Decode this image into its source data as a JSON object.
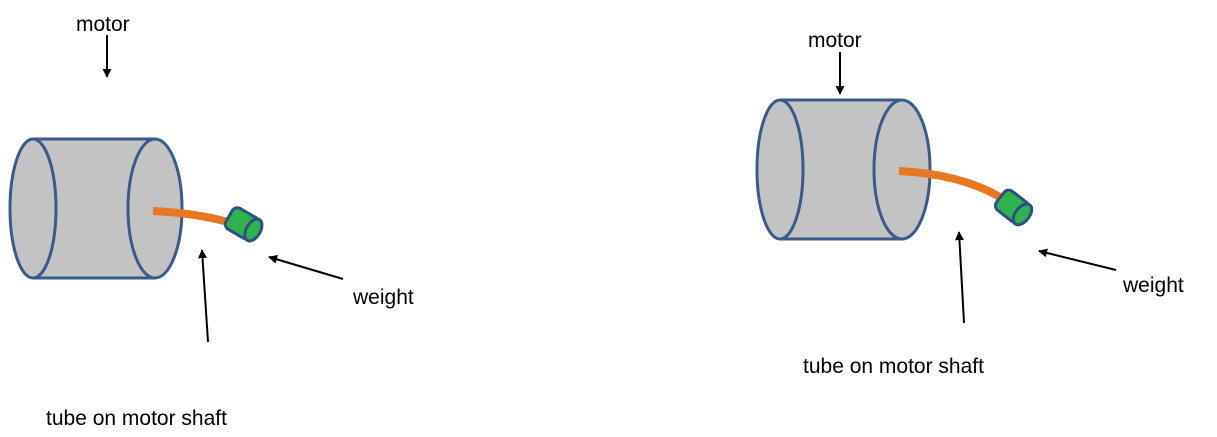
{
  "colors": {
    "motor_fill": "#c3c3c3",
    "motor_stroke": "#3a5a8c",
    "tube": "#e87722",
    "weight_fill": "#2fb34a",
    "weight_stroke": "#2f4f88",
    "arrow": "#000000",
    "text": "#000000"
  },
  "diagrams": [
    {
      "motor_label": "motor",
      "weight_label": "weight",
      "tube_label": "tube on motor shaft"
    },
    {
      "motor_label": "motor",
      "weight_label": "weight",
      "tube_label": "tube on motor shaft"
    }
  ]
}
